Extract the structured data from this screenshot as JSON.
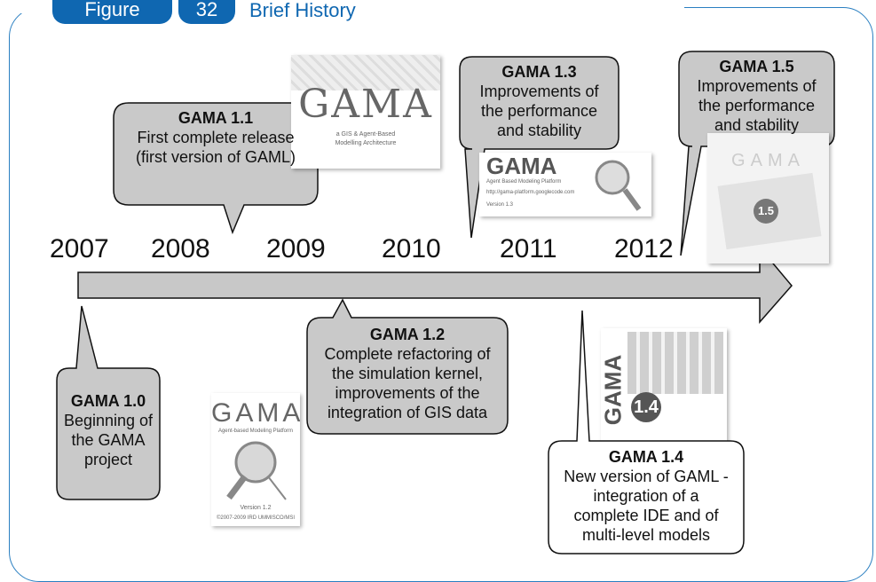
{
  "header": {
    "figure_label": "Figure",
    "figure_number": "32",
    "title": "Brief History"
  },
  "timeline": {
    "years": [
      "2007",
      "2008",
      "2009",
      "2010",
      "2011",
      "2012"
    ]
  },
  "events": [
    {
      "version": "GAMA 1.0",
      "lines": [
        "Beginning of",
        "the GAMA",
        "project"
      ]
    },
    {
      "version": "GAMA 1.1",
      "lines": [
        "First complete release",
        "(first version of GAML)"
      ]
    },
    {
      "version": "GAMA 1.2",
      "lines": [
        "Complete refactoring of",
        "the simulation kernel,",
        "improvements of the",
        "integration of GIS data"
      ]
    },
    {
      "version": "GAMA 1.3",
      "lines": [
        "Improvements of",
        "the performance",
        "and stability"
      ]
    },
    {
      "version": "GAMA 1.4",
      "lines": [
        "New version of GAML -",
        "integration of a",
        "complete IDE and of",
        "multi-level models"
      ]
    },
    {
      "version": "GAMA 1.5",
      "lines": [
        "Improvements of",
        "the performance",
        "and stability"
      ]
    }
  ],
  "thumbnails": {
    "v11": {
      "logo": "GAMA",
      "line1": "a GIS & Agent-Based",
      "line2": "Modelling Architecture"
    },
    "v12": {
      "logo": "GAMA",
      "line1": "Agent-based Modeling Platform",
      "line2": "Version 1.2",
      "line3": "©2007-2009 IRD UMMISCO/MSI"
    },
    "v13": {
      "logo": "GAMA",
      "line1": "Agent Based Modeling Platform",
      "line2": "http://gama-platform.googlecode.com",
      "line3": "Version 1.3"
    },
    "v14": {
      "logo": "GAMA",
      "badge": "1.4"
    },
    "v15": {
      "logo": "GAMA",
      "badge": "1.5"
    }
  }
}
